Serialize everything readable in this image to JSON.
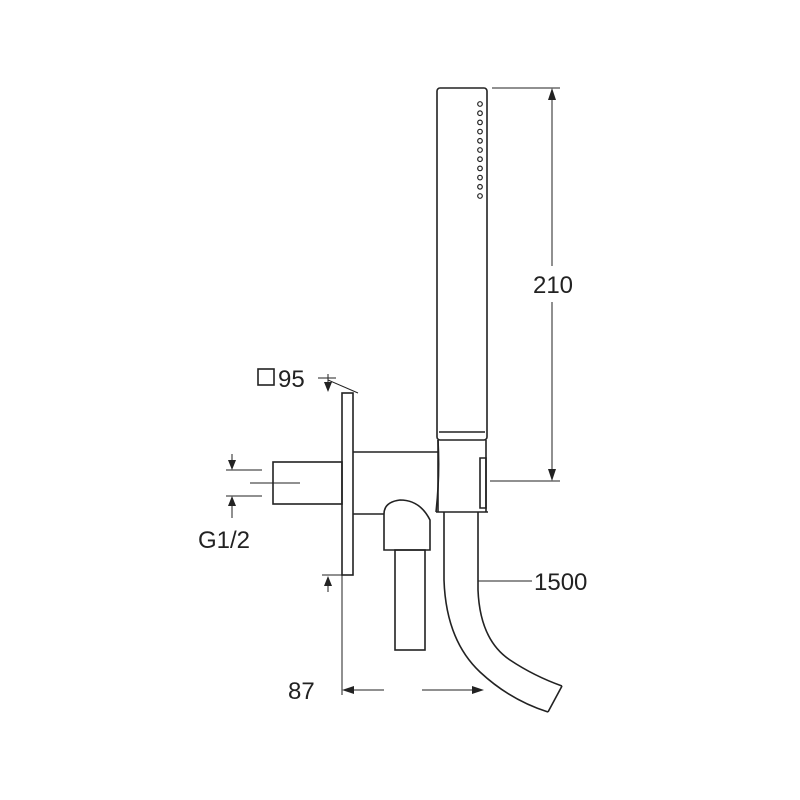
{
  "dimensions": {
    "handshower_length": "210",
    "plate_size": "95",
    "plate_size_symbol": "square",
    "thread": "G1/2",
    "hose_length": "1500",
    "projection": "87"
  },
  "colors": {
    "line": "#222222",
    "background": "#ffffff"
  }
}
